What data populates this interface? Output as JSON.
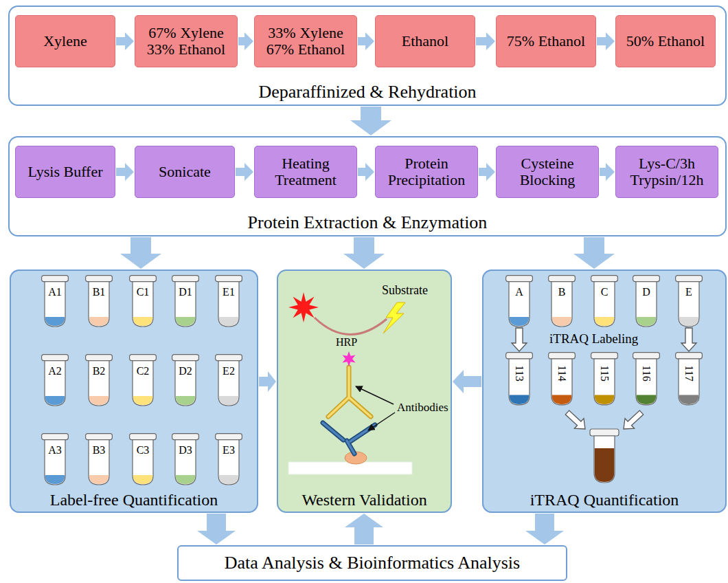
{
  "diagram": {
    "nodes": [
      {
        "text": [
          "Deparaffinized & Rehydration"
        ]
      },
      {
        "text": [
          "Xylene"
        ],
        "in": 0
      },
      {
        "text": [
          "67% Xylene 33% Ethanol"
        ],
        "in": 0
      },
      {
        "text": [
          "33% Xylene 67% Ethanol"
        ],
        "in": 0
      },
      {
        "text": [
          "Ethanol"
        ],
        "in": 0
      },
      {
        "text": [
          "75% Ethanol"
        ],
        "in": 0
      },
      {
        "text": [
          "50% Ethanol"
        ],
        "in": 0
      },
      {
        "text": [
          "Protein Extraction & Enzymation"
        ]
      },
      {
        "text": [
          "Lysis Buffer"
        ],
        "in": 7
      },
      {
        "text": [
          "Sonicate"
        ],
        "in": 7
      },
      {
        "text": [
          "Heating Treatment"
        ],
        "in": 7
      },
      {
        "text": [
          "Protein Precipitation"
        ],
        "in": 7
      },
      {
        "text": [
          "Cysteine Blocking"
        ],
        "in": 7
      },
      {
        "text": [
          "Lys-C/3h Trypsin/12h"
        ],
        "in": 7
      },
      {
        "text": [
          "Label-free Quantification"
        ]
      },
      {
        "text": [
          "A1"
        ],
        "in": 14
      },
      {
        "text": [
          "B1"
        ],
        "in": 14
      },
      {
        "text": [
          "C1"
        ],
        "in": 14
      },
      {
        "text": [
          "D1"
        ],
        "in": 14
      },
      {
        "text": [
          "E1"
        ],
        "in": 14
      },
      {
        "text": [
          "A2"
        ],
        "in": 14
      },
      {
        "text": [
          "B2"
        ],
        "in": 14
      },
      {
        "text": [
          "C2"
        ],
        "in": 14
      },
      {
        "text": [
          "D2"
        ],
        "in": 14
      },
      {
        "text": [
          "E2"
        ],
        "in": 14
      },
      {
        "text": [
          "A3"
        ],
        "in": 14
      },
      {
        "text": [
          "B3"
        ],
        "in": 14
      },
      {
        "text": [
          "C3"
        ],
        "in": 14
      },
      {
        "text": [
          "D3"
        ],
        "in": 14
      },
      {
        "text": [
          "E3"
        ],
        "in": 14
      },
      {
        "text": [
          "Western Validation"
        ]
      },
      {
        "text": [
          "iTRAQ Quantification"
        ]
      },
      {
        "text": [
          "A"
        ],
        "in": 31
      },
      {
        "text": [
          "B"
        ],
        "in": 31
      },
      {
        "text": [
          "C"
        ],
        "in": 31
      },
      {
        "text": [
          "D"
        ],
        "in": 31
      },
      {
        "text": [
          "E"
        ],
        "in": 31
      },
      {
        "text": [
          "113"
        ],
        "in": 31
      },
      {
        "text": [
          "114"
        ],
        "in": 31
      },
      {
        "text": [
          "115"
        ],
        "in": 31
      },
      {
        "text": [
          "116"
        ],
        "in": 31
      },
      {
        "text": [
          "117"
        ],
        "in": 31
      },
      {
        "text": [
          "Data Analysis & Bioinformatics Analysis"
        ]
      }
    ],
    "edges": [
      {
        "from": 1,
        "to": 2,
        "arrow": "to"
      },
      {
        "from": 2,
        "to": 3,
        "arrow": "to"
      },
      {
        "from": 3,
        "to": 4,
        "arrow": "to"
      },
      {
        "from": 4,
        "to": 5,
        "arrow": "to"
      },
      {
        "from": 5,
        "to": 6,
        "arrow": "to"
      },
      {
        "from": 8,
        "to": 9,
        "arrow": "to"
      },
      {
        "from": 9,
        "to": 10,
        "arrow": "to"
      },
      {
        "from": 10,
        "to": 11,
        "arrow": "to"
      },
      {
        "from": 11,
        "to": 12,
        "arrow": "to"
      },
      {
        "from": 12,
        "to": 13,
        "arrow": "to"
      },
      {
        "from": 0,
        "to": 7,
        "arrow": "to"
      },
      {
        "from": 7,
        "to": 14,
        "arrow": "to"
      },
      {
        "from": 7,
        "to": 30,
        "arrow": "to"
      },
      {
        "from": 7,
        "to": 31,
        "arrow": "to"
      },
      {
        "from": 14,
        "to": 30,
        "arrow": "to"
      },
      {
        "from": 31,
        "to": 30,
        "arrow": "to"
      },
      {
        "from": 32,
        "to": 37,
        "arrow": "to"
      },
      {
        "from": 36,
        "to": 41,
        "arrow": "to"
      },
      {
        "from": 14,
        "to": 42,
        "arrow": "to"
      },
      {
        "from": 31,
        "to": 42,
        "arrow": "to"
      },
      {
        "from": 42,
        "to": 30,
        "arrow": "to"
      }
    ],
    "labels": [
      "Substrate",
      "HRP",
      "Antibodies",
      "iTRAQ Labeling"
    ]
  }
}
